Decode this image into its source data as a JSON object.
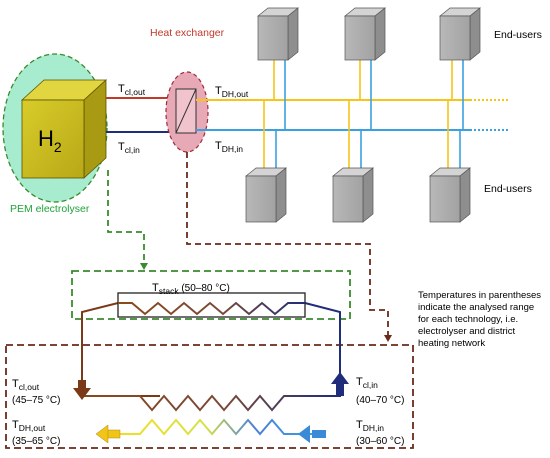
{
  "top": {
    "h2_main": "H",
    "h2_sub": "2",
    "pem_label": "PEM electrolyser",
    "hx_label": "Heat exchanger",
    "end_users_top": "End-users",
    "end_users_bottom": "End-users",
    "tcl_out": {
      "main": "T",
      "sub": "cl,out"
    },
    "tcl_in": {
      "main": "T",
      "sub": "cl,in"
    },
    "tdh_out": {
      "main": "T",
      "sub": "DH,out"
    },
    "tdh_in": {
      "main": "T",
      "sub": "DH,in"
    }
  },
  "bottom": {
    "tstack": {
      "main": "T",
      "sub": "stack",
      "range": " (50–80 °C)"
    },
    "tcl_out": {
      "main": "T",
      "sub": "cl,out",
      "range": "(45–75 °C)"
    },
    "tcl_in": {
      "main": "T",
      "sub": "cl,in",
      "range": "(40–70 °C)"
    },
    "tdh_out": {
      "main": "T",
      "sub": "DH,out",
      "range": "(35–65 °C)"
    },
    "tdh_in": {
      "main": "T",
      "sub": "DH,in",
      "range": "(30–60 °C)"
    }
  },
  "note": [
    "Temperatures in parentheses",
    "indicate the analysed range",
    "for each technology, i.e.",
    "electrolyser and district",
    "heating network"
  ],
  "colors": {
    "red_pipe": "#c0392b",
    "navy_pipe": "#1f2d7a",
    "yellow_pipe": "#f5c518",
    "blue_pipe": "#3aa0e0",
    "green_dash": "#3a8a2e",
    "brown_dash": "#6b2a1a"
  }
}
